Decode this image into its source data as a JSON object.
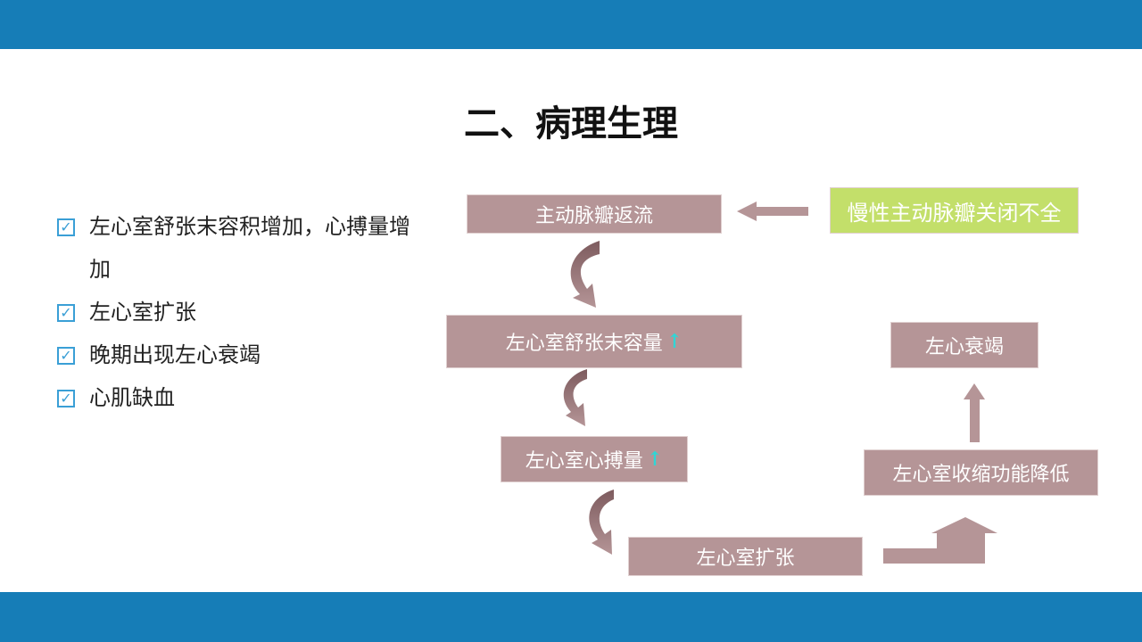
{
  "title": "二、病理生理",
  "bullets": [
    "左心室舒张末容积增加，心搏量增加",
    "左心室扩张",
    "晚期出现左心衰竭",
    "心肌缺血"
  ],
  "flow": {
    "b1": "主动脉瓣返流",
    "b2": "慢性主动脉瓣关闭不全",
    "b3": "左心室舒张末容量",
    "b4": "左心衰竭",
    "b5": "左心室心搏量",
    "b6": "左心室收缩功能降低",
    "b7": "左心室扩张",
    "up": "↑"
  },
  "colors": {
    "bar": "#167db7",
    "box": "#b59597",
    "green": "#c3df6a"
  }
}
